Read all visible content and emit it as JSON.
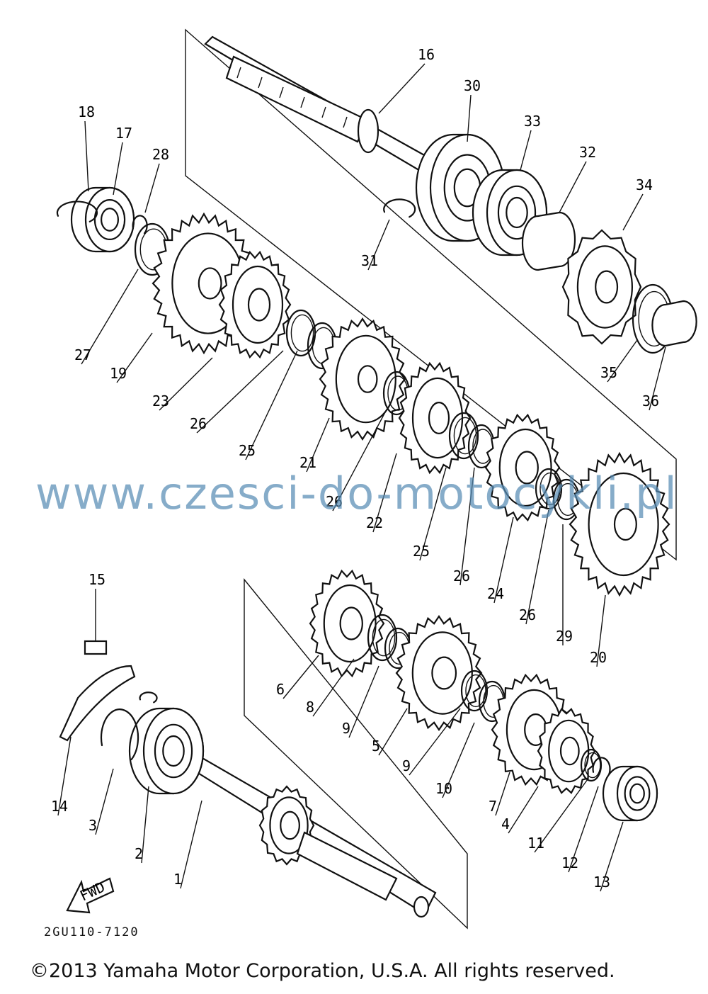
{
  "diagram": {
    "callouts": [
      {
        "id": "1",
        "text": "1"
      },
      {
        "id": "2",
        "text": "2"
      },
      {
        "id": "3",
        "text": "3"
      },
      {
        "id": "4",
        "text": "4"
      },
      {
        "id": "5",
        "text": "5"
      },
      {
        "id": "6",
        "text": "6"
      },
      {
        "id": "7",
        "text": "7"
      },
      {
        "id": "8",
        "text": "8"
      },
      {
        "id": "9a",
        "text": "9"
      },
      {
        "id": "9b",
        "text": "9"
      },
      {
        "id": "10",
        "text": "10"
      },
      {
        "id": "11",
        "text": "11"
      },
      {
        "id": "12",
        "text": "12"
      },
      {
        "id": "13",
        "text": "13"
      },
      {
        "id": "14",
        "text": "14"
      },
      {
        "id": "15",
        "text": "15"
      },
      {
        "id": "16",
        "text": "16"
      },
      {
        "id": "17",
        "text": "17"
      },
      {
        "id": "18",
        "text": "18"
      },
      {
        "id": "19",
        "text": "19"
      },
      {
        "id": "20",
        "text": "20"
      },
      {
        "id": "21",
        "text": "21"
      },
      {
        "id": "22",
        "text": "22"
      },
      {
        "id": "23",
        "text": "23"
      },
      {
        "id": "24",
        "text": "24"
      },
      {
        "id": "25a",
        "text": "25"
      },
      {
        "id": "25b",
        "text": "25"
      },
      {
        "id": "26a",
        "text": "26"
      },
      {
        "id": "26b",
        "text": "26"
      },
      {
        "id": "26c",
        "text": "26"
      },
      {
        "id": "26d",
        "text": "26"
      },
      {
        "id": "26e",
        "text": "26"
      },
      {
        "id": "27",
        "text": "27"
      },
      {
        "id": "28",
        "text": "28"
      },
      {
        "id": "29",
        "text": "29"
      },
      {
        "id": "30",
        "text": "30"
      },
      {
        "id": "31",
        "text": "31"
      },
      {
        "id": "32",
        "text": "32"
      },
      {
        "id": "33",
        "text": "33"
      },
      {
        "id": "34",
        "text": "34"
      },
      {
        "id": "35",
        "text": "35"
      },
      {
        "id": "36",
        "text": "36"
      }
    ],
    "fwd_label": "FWD",
    "diagram_code": "2GU110-7120"
  },
  "watermark": "www.czesci-do-motocykli.pl",
  "copyright": "©2013 Yamaha Motor Corporation, U.S.A. All rights reserved."
}
